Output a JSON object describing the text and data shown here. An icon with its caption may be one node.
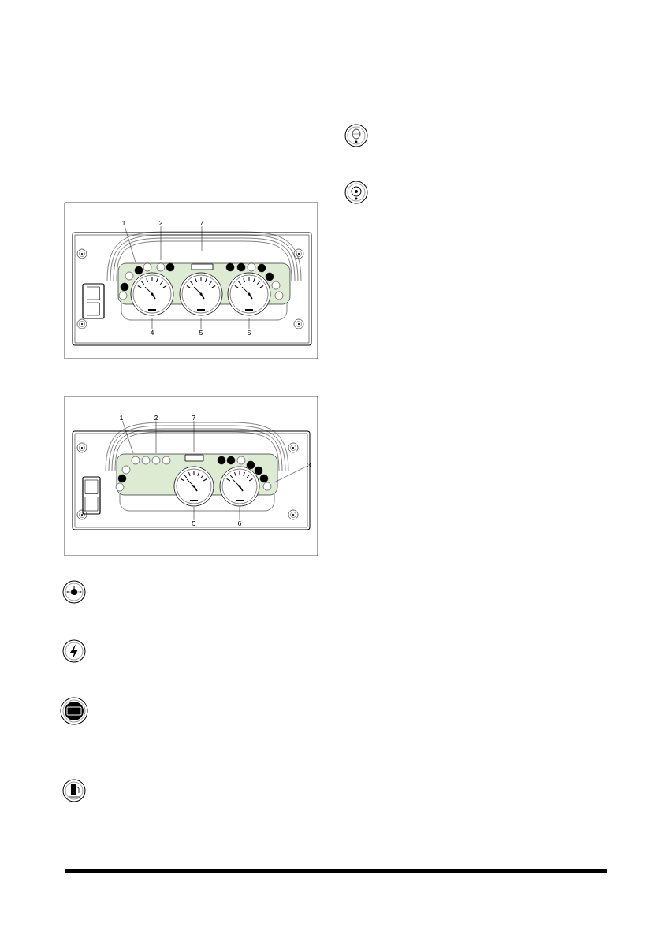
{
  "diagram": {
    "nodes": [
      {
        "text": [
          "1"
        ]
      },
      {
        "text": [
          "2"
        ]
      },
      {
        "text": [
          "7"
        ]
      },
      {
        "text": [
          "4"
        ]
      },
      {
        "text": [
          "5"
        ]
      },
      {
        "text": [
          "6"
        ]
      },
      {
        "text": [
          "1"
        ]
      },
      {
        "text": [
          "2"
        ]
      },
      {
        "text": [
          "7"
        ]
      },
      {
        "text": [
          "3"
        ]
      },
      {
        "text": [
          "5"
        ]
      },
      {
        "text": [
          "6"
        ]
      }
    ],
    "edges": [
      {
        "from": 0,
        "to": null,
        "arrow": "none"
      },
      {
        "from": 1,
        "to": null,
        "arrow": "none"
      },
      {
        "from": 2,
        "to": null,
        "arrow": "none"
      },
      {
        "from": 3,
        "to": null,
        "arrow": "none"
      },
      {
        "from": 4,
        "to": null,
        "arrow": "none"
      },
      {
        "from": 5,
        "to": null,
        "arrow": "none"
      },
      {
        "from": 6,
        "to": null,
        "arrow": "none"
      },
      {
        "from": 7,
        "to": null,
        "arrow": "none"
      },
      {
        "from": 8,
        "to": null,
        "arrow": "none"
      },
      {
        "from": 9,
        "to": null,
        "arrow": "none"
      },
      {
        "from": 10,
        "to": null,
        "arrow": "none"
      },
      {
        "from": 11,
        "to": null,
        "arrow": "none"
      }
    ]
  }
}
